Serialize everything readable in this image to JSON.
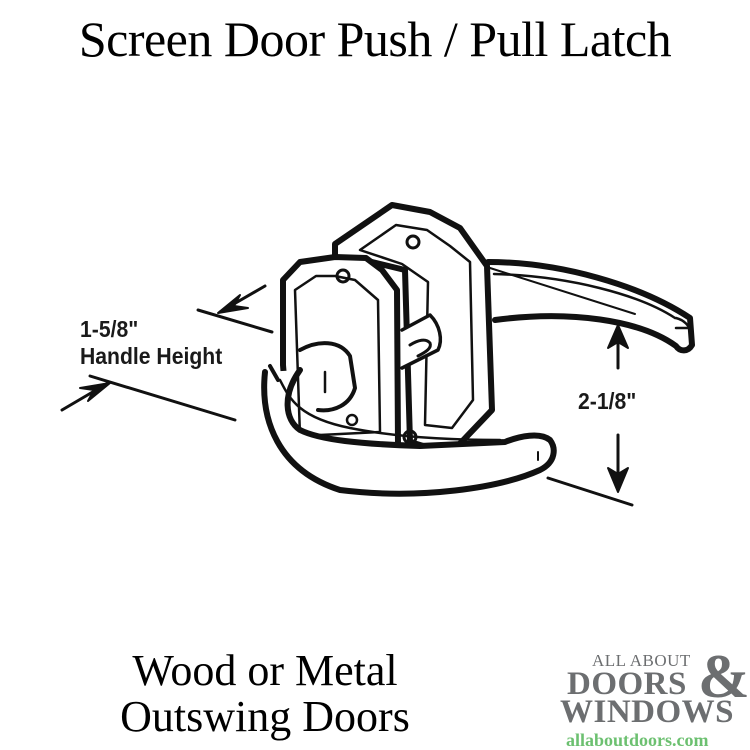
{
  "title": "Screen Door Push / Pull Latch",
  "dimensions": {
    "handle_height_value": "1-5/8\"",
    "handle_height_label": "Handle Height",
    "projection_value": "2-1/8\""
  },
  "subtitle": {
    "line1": "Wood or Metal",
    "line2": "Outswing Doors"
  },
  "logo": {
    "line1": "ALL ABOUT",
    "line2": "DOORS",
    "ampersand": "&",
    "line3": "WINDOWS",
    "url": "allaboutdoors.com",
    "text_color": "#6c6e70",
    "url_color": "#6cc070"
  }
}
